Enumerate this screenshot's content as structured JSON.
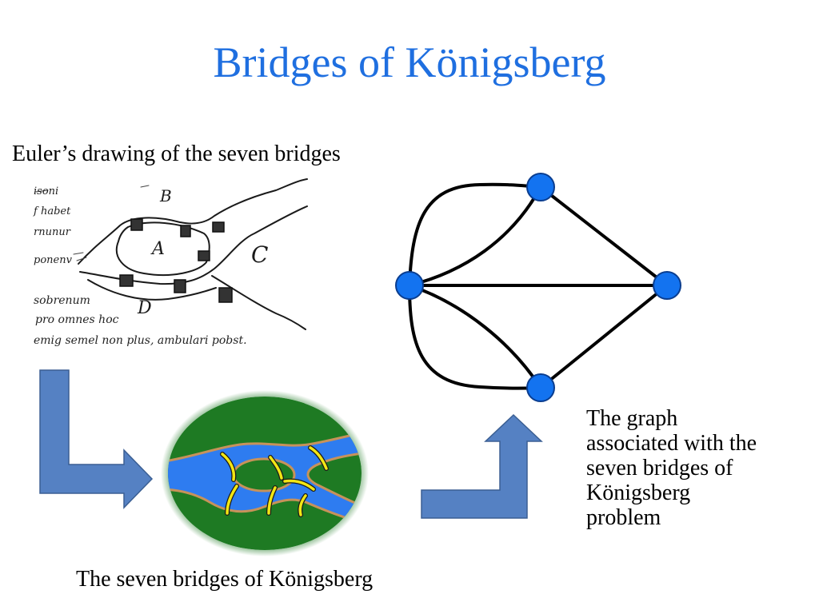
{
  "slide": {
    "title": "Bridges of Königsberg",
    "euler_caption": "Euler’s drawing of the seven bridges",
    "river_caption": "The seven bridges of Königsberg",
    "graph_caption_lines": [
      "The graph",
      "associated with the",
      "seven bridges of",
      "Königsberg",
      "problem"
    ]
  },
  "sketch": {
    "region_labels": [
      "A",
      "B",
      "C",
      "D"
    ],
    "handwriting_lines": [
      "isoni",
      "f habet",
      "rnunur",
      "ponenv",
      "sobrenum",
      "pro omnes hoc",
      "emig semel non plus, ambulari pobst."
    ]
  },
  "colors": {
    "title": "#1f6fe0",
    "node_fill": "#1373f0",
    "node_stroke": "#0a3d8f",
    "arrow_fill": "#5581c3",
    "arrow_stroke": "#3b5f93",
    "land": "#1e7a23",
    "river": "#2e7cf0",
    "bank": "#c7925a",
    "bridge": "#f2e614"
  },
  "icons": {
    "arrow_down_right": "bent-arrow-icon",
    "arrow_up_right": "bent-arrow-icon"
  }
}
